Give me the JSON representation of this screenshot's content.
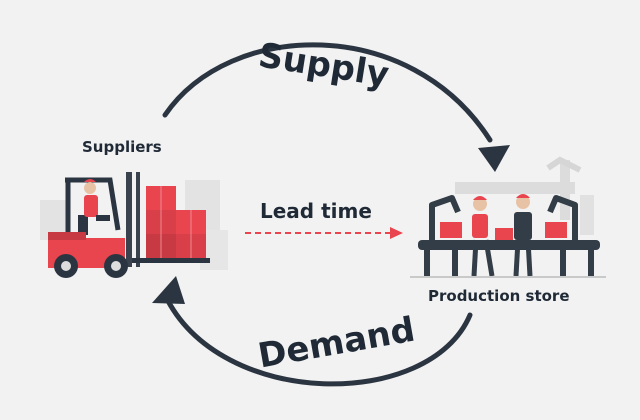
{
  "labels": {
    "supply": "Supply",
    "demand": "Demand",
    "lead_time": "Lead time",
    "suppliers": "Suppliers",
    "production_store": "Production store"
  },
  "colors": {
    "arrow": "#2b3541",
    "accent": "#e8454f",
    "dark": "#333d47",
    "text": "#1f2a36"
  },
  "icons": {
    "suppliers": "forklift-with-boxes-icon",
    "production": "factory-conveyor-icon"
  }
}
